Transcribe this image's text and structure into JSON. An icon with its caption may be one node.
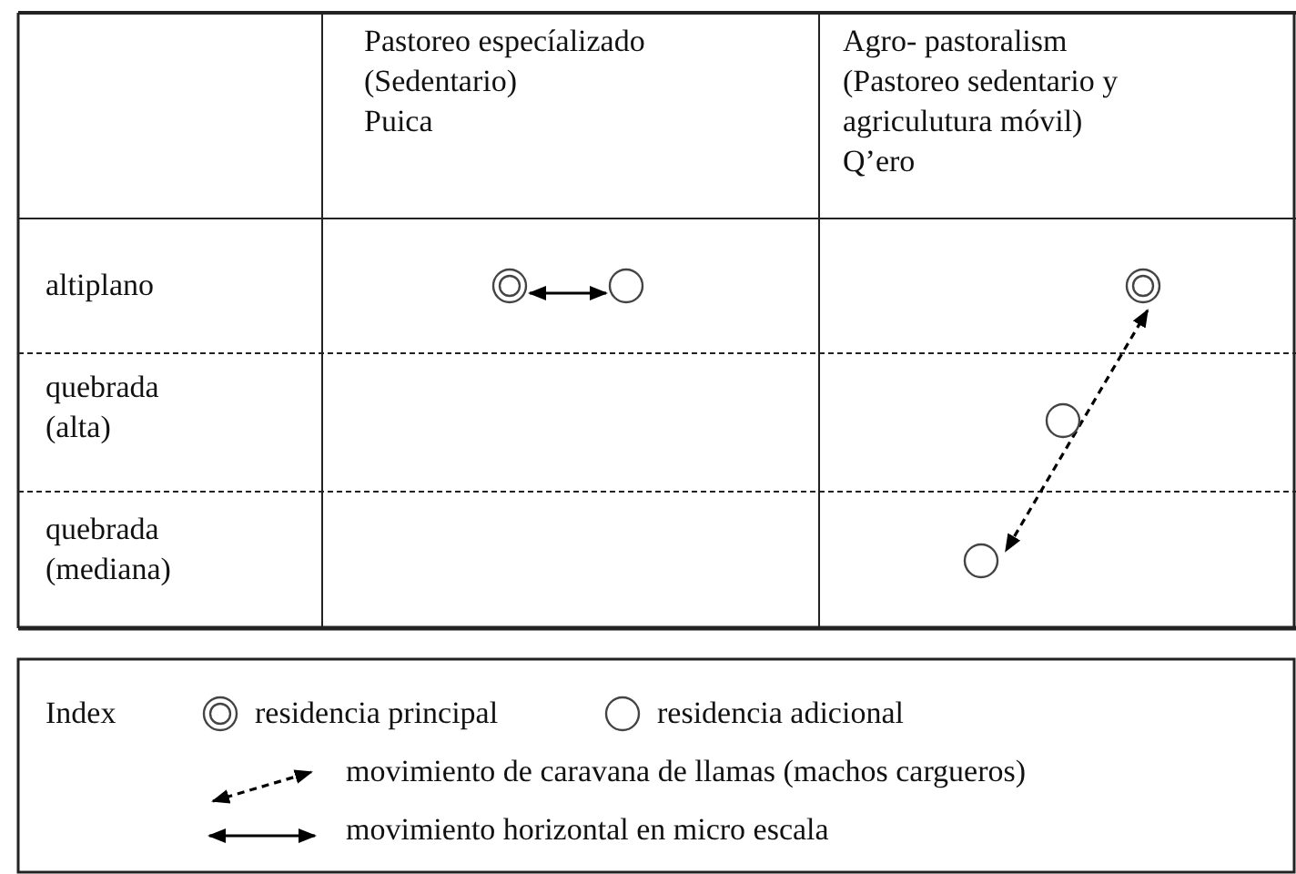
{
  "diagram": {
    "nodes": [
      {
        "text": [],
        "shape": "circle"
      },
      {
        "text": [],
        "shape": "circle"
      },
      {
        "text": [],
        "shape": "circle"
      },
      {
        "text": [],
        "shape": "circle"
      },
      {
        "text": [],
        "shape": "circle"
      }
    ],
    "edges": [
      {
        "from": 0,
        "to": 1,
        "arrow": "both"
      },
      {
        "from": 2,
        "to": 4,
        "arrow": "both",
        "style": "dashed"
      }
    ],
    "labels": [
      "Pastoreo especíalizado",
      "(Sedentario)",
      "Puica",
      "Agro- pastoralism",
      "(Pastoreo sedentario y agriculutura móvil)",
      "Q’ero",
      "altiplano",
      "quebrada (alta)",
      "quebrada (mediana)",
      "Index"
    ],
    "legend": [
      {
        "text": "residencia principal"
      },
      {
        "text": "residencia adicional"
      },
      {
        "text": "movimiento de caravana de llamas (machos cargueros)"
      },
      {
        "text": "movimiento horizontal en micro escala"
      }
    ]
  }
}
